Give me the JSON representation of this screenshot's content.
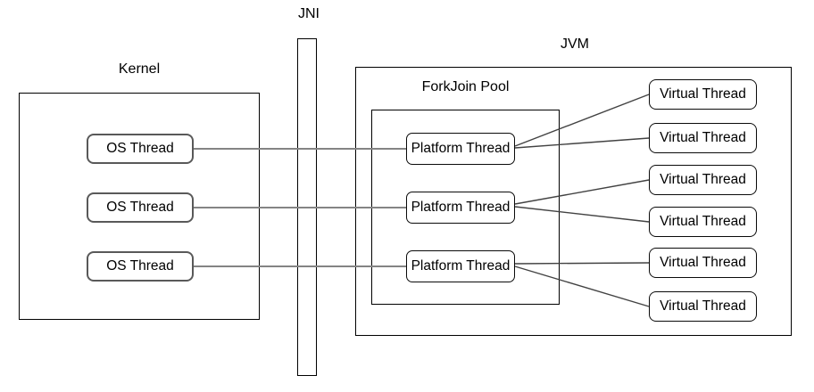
{
  "labels": {
    "jni": "JNI",
    "kernel": "Kernel",
    "jvm": "JVM",
    "forkjoin_pool": "ForkJoin Pool"
  },
  "nodes": {
    "os_threads": [
      "OS Thread",
      "OS Thread",
      "OS Thread"
    ],
    "platform_threads": [
      "Platform Thread",
      "Platform Thread",
      "Platform Thread"
    ],
    "virtual_threads": [
      "Virtual Thread",
      "Virtual Thread",
      "Virtual Thread",
      "Virtual Thread",
      "Virtual Thread",
      "Virtual Thread"
    ]
  },
  "edges": [
    {
      "from": "os-thread-1",
      "to": "platform-thread-1",
      "style": "gray-solid"
    },
    {
      "from": "os-thread-2",
      "to": "platform-thread-2",
      "style": "gray-solid"
    },
    {
      "from": "os-thread-3",
      "to": "platform-thread-3",
      "style": "gray-solid"
    },
    {
      "from": "platform-thread-1",
      "to": "virtual-thread-1",
      "style": "dark-thin"
    },
    {
      "from": "platform-thread-1",
      "to": "virtual-thread-2",
      "style": "dark-thin"
    },
    {
      "from": "platform-thread-2",
      "to": "virtual-thread-3",
      "style": "dark-thin"
    },
    {
      "from": "platform-thread-2",
      "to": "virtual-thread-4",
      "style": "dark-thin"
    },
    {
      "from": "platform-thread-3",
      "to": "virtual-thread-5",
      "style": "dark-thin"
    },
    {
      "from": "platform-thread-3",
      "to": "virtual-thread-6",
      "style": "dark-thin"
    }
  ],
  "colors": {
    "background": "#ffffff",
    "container_border": "#000000",
    "node_border": "#0a0a0a",
    "os_node_border": "#595959",
    "gray_connector": "#848484",
    "dark_connector": "#424242",
    "text": "#000000"
  }
}
